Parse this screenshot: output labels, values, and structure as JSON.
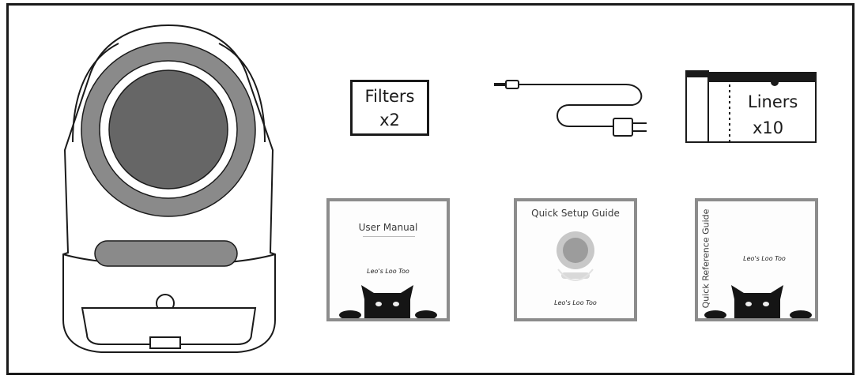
{
  "box_contents": {
    "filters": {
      "name": "Filters",
      "quantity": "x2"
    },
    "liners": {
      "name": "Liners",
      "quantity": "x10"
    },
    "manuals": [
      {
        "title": "User Manual",
        "brand": "Leo's Loo Too"
      },
      {
        "title": "Quick Setup Guide",
        "brand": "Leo's Loo Too"
      },
      {
        "title": "Quick Reference Guide",
        "brand": "Leo's Loo Too"
      }
    ]
  },
  "icons": [
    "litter-box-unit",
    "power-cord-icon",
    "cat-silhouette-icon"
  ],
  "colors": {
    "outline": "#1a1a1a",
    "dome_gray": "#8a8a8a",
    "window_gray": "#666666",
    "card_border": "#8c8c8c"
  }
}
